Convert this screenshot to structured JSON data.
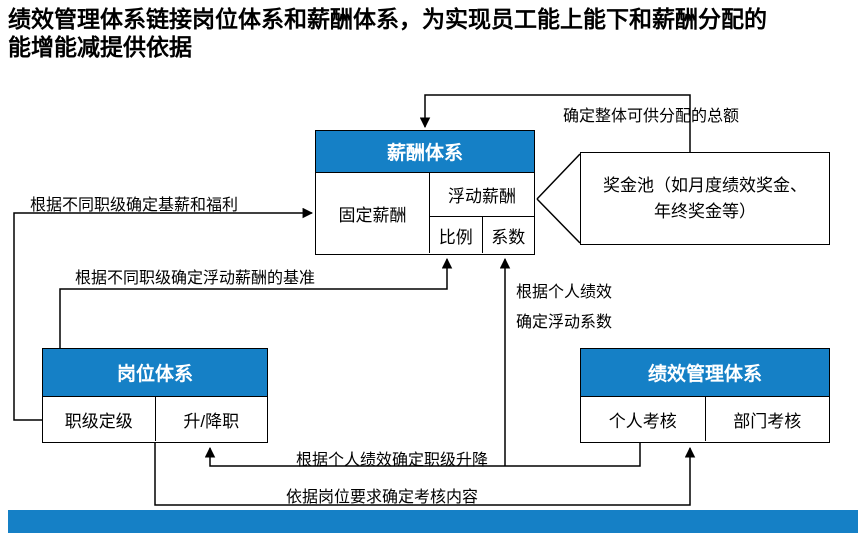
{
  "slide": {
    "title_line1": "绩效管理体系链接岗位体系和薪酬体系，为实现员工能上能下和薪酬分配的",
    "title_line2": "能增能减提供依据"
  },
  "colors": {
    "header_blue": "#1580C6",
    "border_black": "#000000",
    "background": "#FFFFFF"
  },
  "boxes": {
    "salary": {
      "header": "薪酬体系",
      "cells": {
        "fixed": "固定薪酬",
        "floating": "浮动薪酬",
        "ratio": "比例",
        "coefficient": "系数"
      }
    },
    "bonus_pool": {
      "label": "奖金池（如月度绩效奖金、年终奖金等）"
    },
    "position": {
      "header": "岗位体系",
      "cells": {
        "grading": "职级定级",
        "promotion": "升/降职"
      }
    },
    "performance": {
      "header": "绩效管理体系",
      "cells": {
        "individual": "个人考核",
        "department": "部门考核"
      }
    }
  },
  "arrow_labels": {
    "total_pool": "确定整体可供分配的总额",
    "base_salary": "根据不同职级确定基薪和福利",
    "floating_base": "根据不同职级确定浮动薪酬的基准",
    "personal_perf": "根据个人绩效",
    "floating_coef": "确定浮动系数",
    "grade_change": "根据个人绩效确定职级升降",
    "assessment_content": "依据岗位要求确定考核内容"
  }
}
